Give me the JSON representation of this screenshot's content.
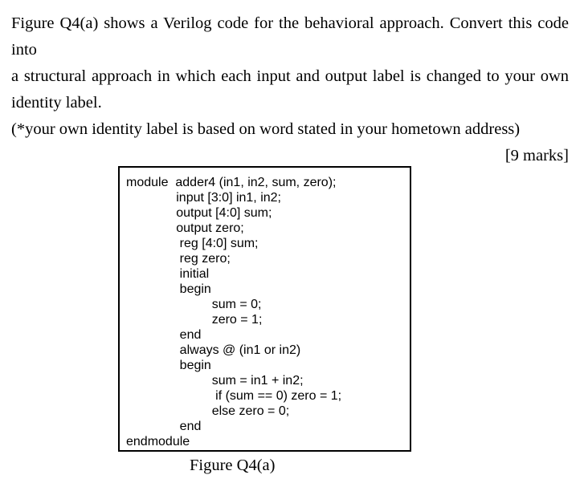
{
  "question": {
    "lines": [
      "Figure Q4(a) shows a Verilog code for the behavioral approach. Convert this code into",
      "a structural approach in which each input and output label is changed to your own",
      "identity label.",
      "(*your own identity label is based on word stated in your hometown address)"
    ],
    "marks": "[9 marks]"
  },
  "code": {
    "lines": [
      "module  adder4 (in1, in2, sum, zero);",
      "              input [3:0] in1, in2;",
      "              output [4:0] sum;",
      "              output zero;",
      "               reg [4:0] sum;",
      "               reg zero;",
      "               initial",
      "               begin",
      "                        sum = 0;",
      "                        zero = 1;",
      "               end",
      "               always @ (in1 or in2)",
      "               begin",
      "                        sum = in1 + in2;",
      "                         if (sum == 0) zero = 1;",
      "                        else zero = 0;",
      "               end",
      "endmodule"
    ]
  },
  "figure": {
    "caption": "Figure Q4(a)"
  }
}
